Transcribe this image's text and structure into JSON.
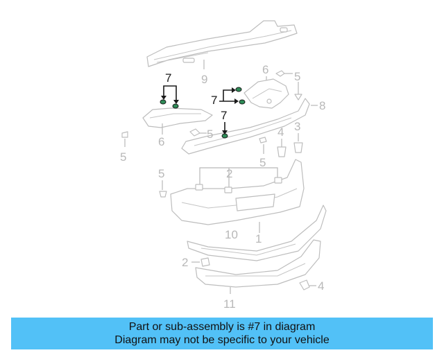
{
  "callouts": {
    "n9": "9",
    "n6_top": "6",
    "n5_top_right": "5",
    "n7_left": "7",
    "n7_mid": "7",
    "n7_lower": "7",
    "n8": "8",
    "n6_left": "6",
    "n5_mid": "5",
    "n5_far_left": "5",
    "n4_right": "4",
    "n3": "3",
    "n2_top": "2",
    "n5_center": "5",
    "n5_left_lower": "5",
    "n10": "10",
    "n1": "1",
    "n2_lower": "2",
    "n4_bottom": "4",
    "n11": "11"
  },
  "banner": {
    "line1": "Part or sub-assembly is #7 in diagram",
    "line2": "Diagram may not be specific to your vehicle"
  },
  "colors": {
    "banner_bg": "#52c1f7",
    "part_stroke": "#bdbdbd",
    "highlight": "#1a1a1a",
    "fastener_green": "#2e8b57"
  }
}
